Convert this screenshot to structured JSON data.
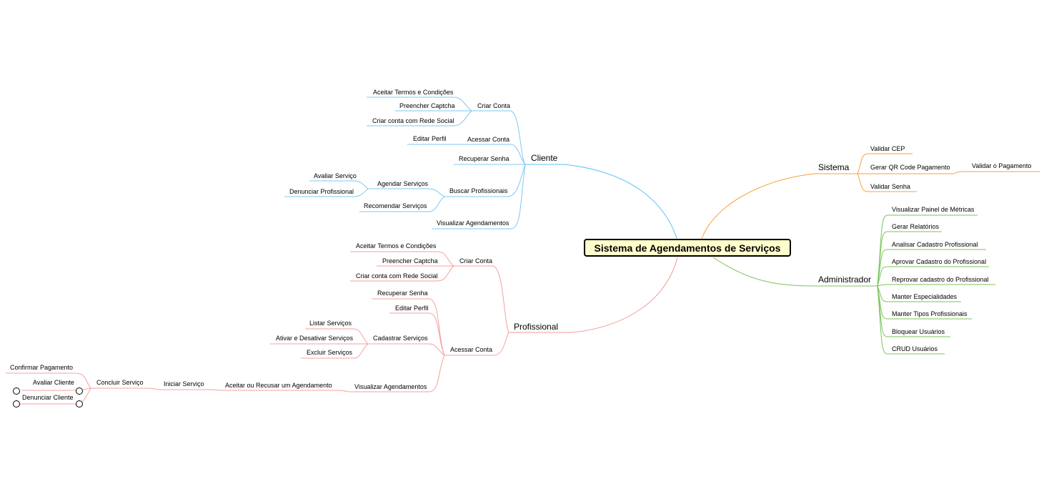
{
  "root": "Sistema de Agendamentos de Serviços",
  "colors": {
    "cliente": "#7ec8f0",
    "cliente_main": "#5bc0f2",
    "profissional": "#f4a0a0",
    "profissional_main": "#f29a9a",
    "sistema": "#f7a23f",
    "administrador": "#7cc35a"
  },
  "branches": {
    "cliente": {
      "label": "Cliente",
      "criar_conta": "Criar Conta",
      "aceitar_termos": "Aceitar Termos e Condições",
      "preencher_captcha": "Preencher Captcha",
      "criar_conta_rede": "Criar conta com Rede Social",
      "acessar_conta": "Acessar Conta",
      "editar_perfil": "Editar Perfil",
      "recuperar_senha": "Recuperar Senha",
      "buscar_profissionais": "Buscar Profissionais",
      "agendar_servicos": "Agendar Serviços",
      "avaliar_servico": "Avaliar Serviço",
      "denunciar_profissional": "Denunciar Profissional",
      "recomendar_servicos": "Recomendar Serviços",
      "visualizar_agendamentos": "Visualizar Agendamentos"
    },
    "profissional": {
      "label": "Profissional",
      "criar_conta": "Criar Conta",
      "aceitar_termos": "Aceitar Termos e  Condições",
      "preencher_captcha": "Preencher Captcha",
      "criar_conta_rede": "Criar conta com Rede Social",
      "acessar_conta": "Acessar Conta",
      "recuperar_senha": "Recuperar Senha",
      "editar_perfil": "Editar Perfil",
      "cadastrar_servicos": "Cadastrar Serviços",
      "listar_servicos": "Listar Serviços",
      "ativar_desativar": "Ativar e  Desativar Serviços",
      "excluir_servicos": "Excluir Serviços",
      "visualizar_agendamentos": "Visualizar Agendamentos",
      "aceitar_recusar": "Aceitar ou Recusar um Agendamento",
      "iniciar_servico": "Iniciar Serviço",
      "concluir_servico": "Concluir Serviço",
      "confirmar_pagamento": "Confirmar Pagamento",
      "avaliar_cliente": "Avaliar Cliente",
      "denunciar_cliente": "Denunciar Cliente"
    },
    "sistema": {
      "label": "Sistema",
      "validar_cep": "Validar CEP",
      "gerar_qr": "Gerar QR Code Pagamento",
      "validar_pagamento": "Validar o  Pagamento",
      "validar_senha": "Validar Senha"
    },
    "administrador": {
      "label": "Administrador",
      "items": [
        "Visualizar Painel de Métricas",
        "Gerar Relatórios",
        "Analisar Cadastro Profissional",
        "Aprovar Cadastro do Profissional",
        "Reprovar cadastro do Profissional",
        "Manter Especialidades",
        "Manter Tipos Profissionais",
        "Bloquear Usuários",
        "CRUD Usuários"
      ]
    }
  }
}
